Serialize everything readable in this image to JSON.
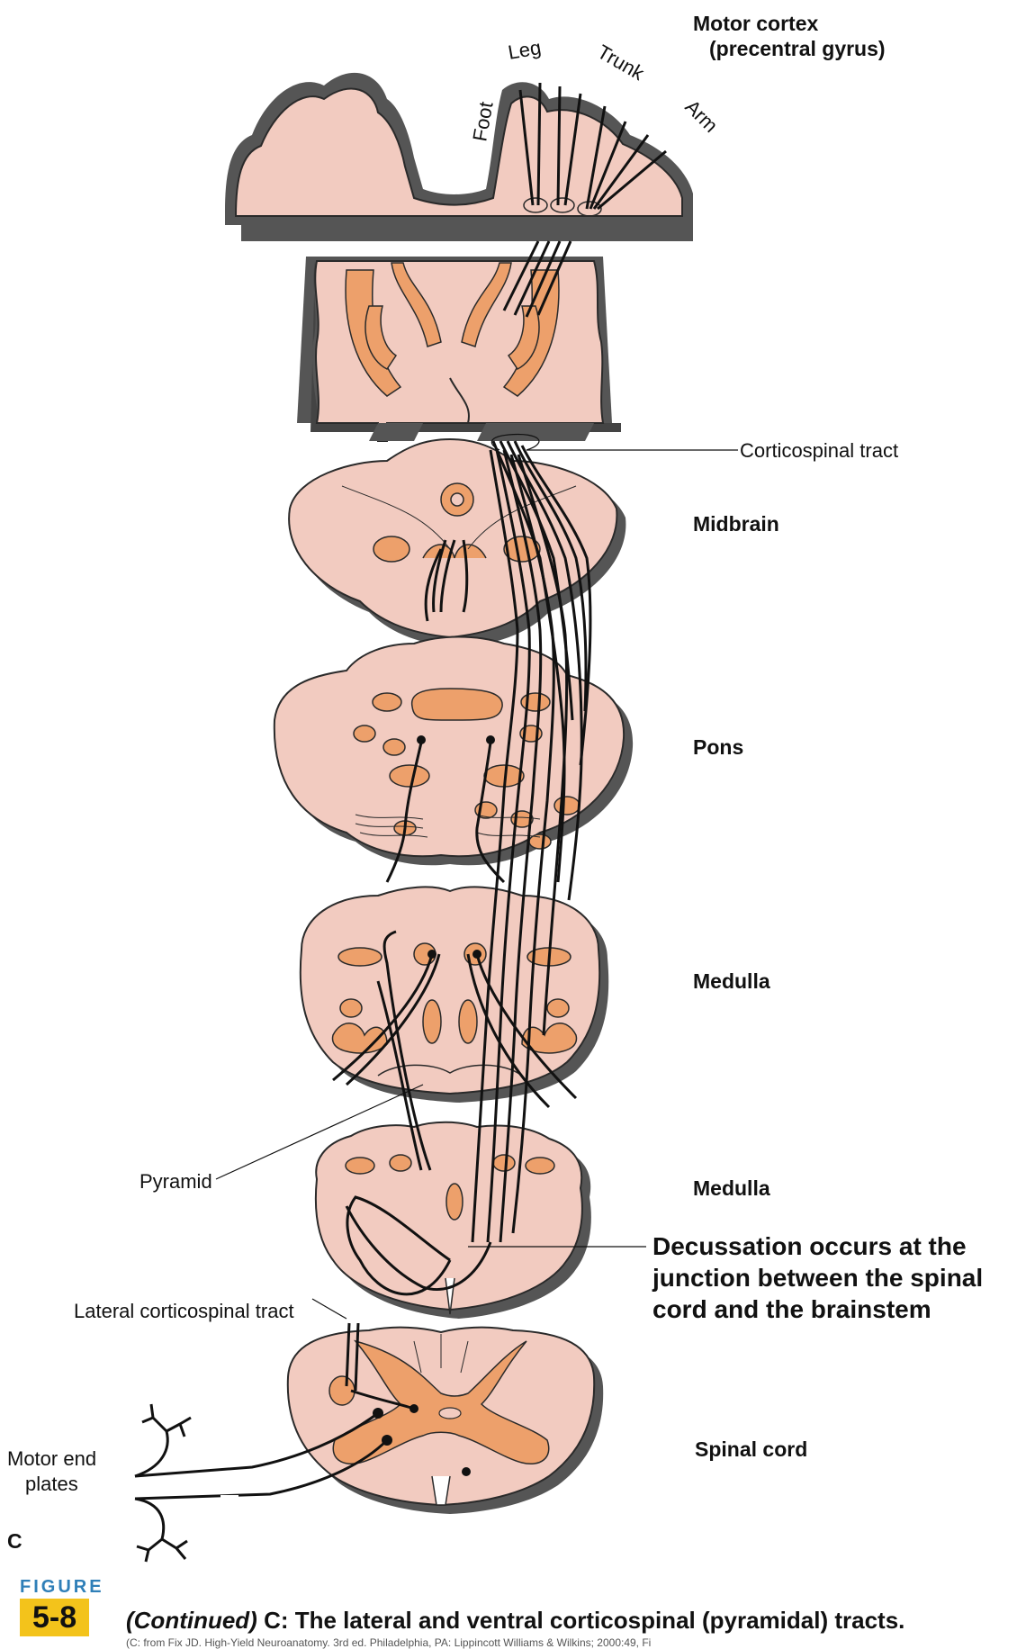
{
  "labels": {
    "motor_cortex_line1": "Motor cortex",
    "motor_cortex_line2": "(precentral gyrus)",
    "leg": "Leg",
    "trunk": "Trunk",
    "arm": "Arm",
    "foot": "Foot",
    "corticospinal_tract": "Corticospinal tract",
    "midbrain": "Midbrain",
    "pons": "Pons",
    "medulla_upper": "Medulla",
    "medulla_lower": "Medulla",
    "pyramid": "Pyramid",
    "decussation_line1": "Decussation occurs at the",
    "decussation_line2": "junction between the spinal",
    "decussation_line3": "cord and the brainstem",
    "lateral_cst": "Lateral corticospinal tract",
    "spinal_cord": "Spinal cord",
    "motor_end_line1": "Motor end",
    "motor_end_line2": "plates",
    "panel_letter": "C"
  },
  "figure": {
    "word": "FIGURE",
    "number": "5-8",
    "caption_italic": "(Continued)",
    "caption_rest": " C: The lateral and ventral corticospinal (pyramidal) tracts.",
    "source": "(C: from Fix JD. High-Yield Neuroanatomy. 3rd ed. Philadelphia, PA: Lippincott Williams & Wilkins; 2000:49, Fi"
  },
  "colors": {
    "tissue": "#f2cbc0",
    "nucleus": "#eda06b",
    "outline": "#2a2a2a",
    "shadow": "#555555",
    "badge": "#f3c31b",
    "figure_word": "#2f7fb8"
  }
}
